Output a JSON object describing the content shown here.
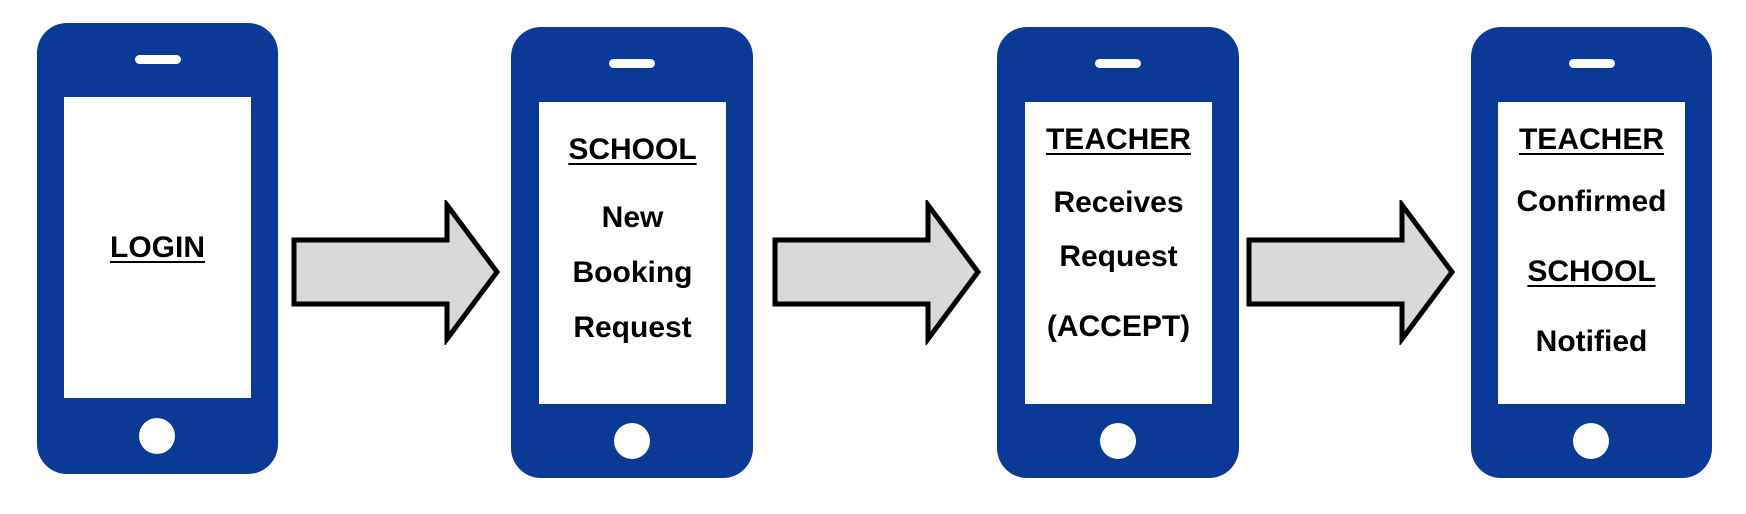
{
  "phones": [
    {
      "lines": [
        "LOGIN"
      ]
    },
    {
      "lines": [
        "SCHOOL",
        "New",
        "Booking",
        "Request"
      ]
    },
    {
      "lines": [
        "TEACHER",
        "Receives",
        "Request",
        "(ACCEPT)"
      ]
    },
    {
      "lines": [
        "TEACHER",
        "Confirmed",
        "SCHOOL",
        "Notified"
      ]
    }
  ],
  "colors": {
    "phone_body": "#0a3a96",
    "arrow_fill": "#d9d9d9",
    "arrow_stroke": "#000000"
  }
}
